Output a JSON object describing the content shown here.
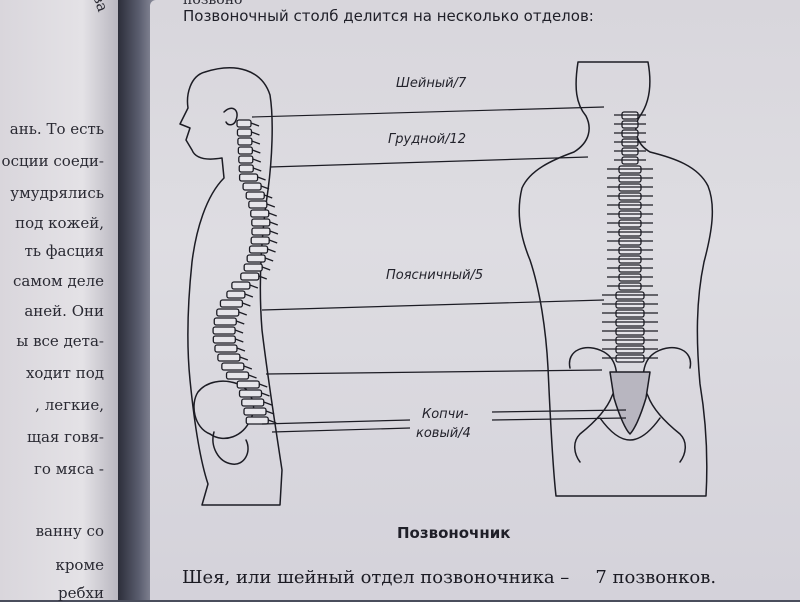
{
  "left_page": {
    "lines": [
      {
        "text": "заболева"
      },
      {
        "text": "ань. То есть"
      },
      {
        "text": "осции соеди-"
      },
      {
        "text": "умудрялись"
      },
      {
        "text": "под кожей,"
      },
      {
        "text": "ть фасция"
      },
      {
        "text": "самом деле"
      },
      {
        "text": "аней. Они"
      },
      {
        "text": "ы все дета-"
      },
      {
        "text": "ходит под"
      },
      {
        "text": ", легкие,"
      },
      {
        "text": "щая говя-"
      },
      {
        "text": "го мяса -"
      },
      {
        "text": "ванну со"
      },
      {
        "text": "кроме"
      },
      {
        "text": "ребхи"
      }
    ]
  },
  "page": {
    "top_fragment": "позвоно",
    "intro": "Позвоночный столб делится на несколько отделов:",
    "labels": {
      "cervical": "Шейный/7",
      "thoracic": "Грудной/12",
      "lumbar": "Поясничный/5",
      "coccyx_line1": "Копчи-",
      "coccyx_line2": "ковый/4"
    },
    "caption": "Позвоночник",
    "bottom_text": "Шея, или шейный отдел позвоночника –",
    "bottom_count": "7 позвонков."
  },
  "colors": {
    "page_bg": "#dedde2",
    "ink": "#1f1f28",
    "backdrop": "#4a4d5c"
  }
}
